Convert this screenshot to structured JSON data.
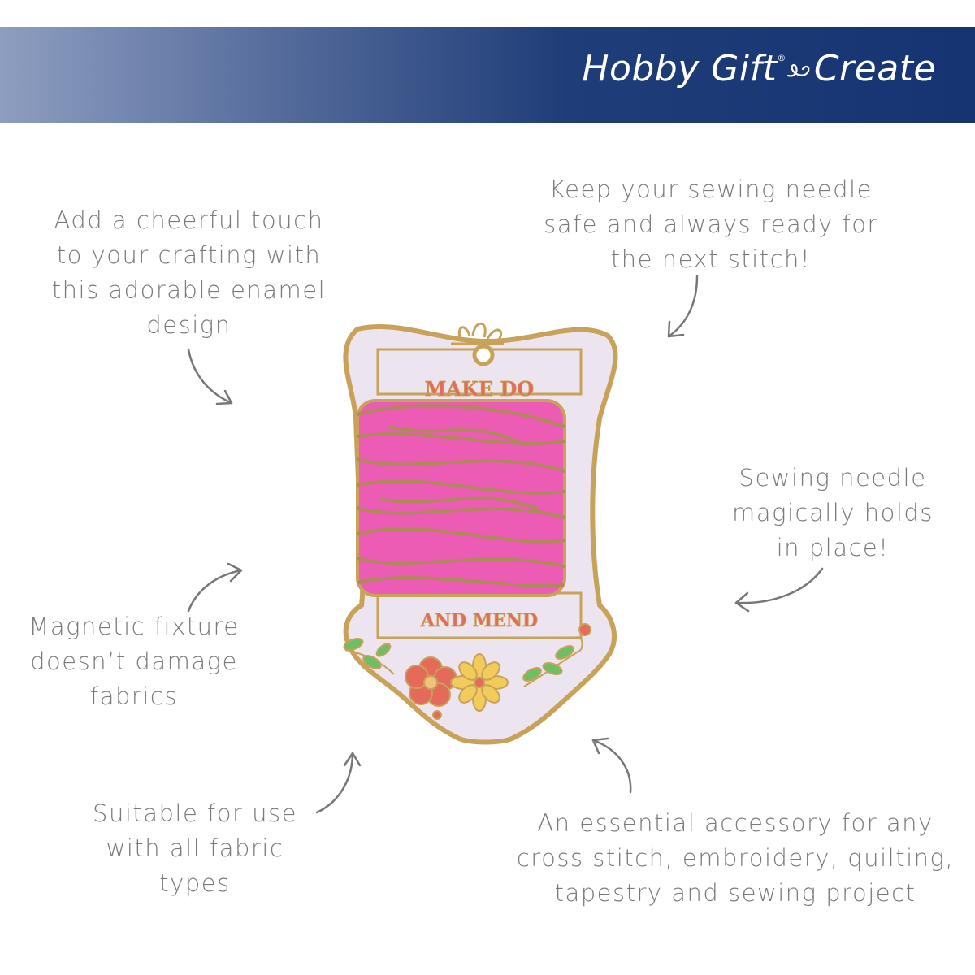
{
  "header": {
    "brand_word1": "Hobby",
    "brand_word2": "Gift",
    "brand_mark": "®",
    "brand_word3": "Create",
    "heart_icon": "heart-swirl-icon"
  },
  "product": {
    "top_text": "MAKE DO",
    "bottom_text": "AND MEND",
    "colors": {
      "thread": "#ec5bb4",
      "card": "#ece4ef",
      "gold": "#c9a25a",
      "lettering": "#e46a5a"
    }
  },
  "callouts": {
    "top_left": [
      "Add a cheerful touch",
      "to your crafting with",
      "this adorable enamel",
      "design"
    ],
    "top_right": [
      "Keep your sewing needle",
      "safe and always ready for",
      "the next stitch!"
    ],
    "right": [
      "Sewing needle",
      "magically holds",
      "in place!"
    ],
    "mid_left": [
      "Magnetic fixture",
      "doesn’t damage",
      "fabrics"
    ],
    "bottom_left": [
      "Suitable for use",
      "with all fabric",
      "types"
    ],
    "bottom_right": [
      "An essential accessory for any",
      "cross stitch, embroidery, quilting,",
      "tapestry and sewing project"
    ]
  }
}
